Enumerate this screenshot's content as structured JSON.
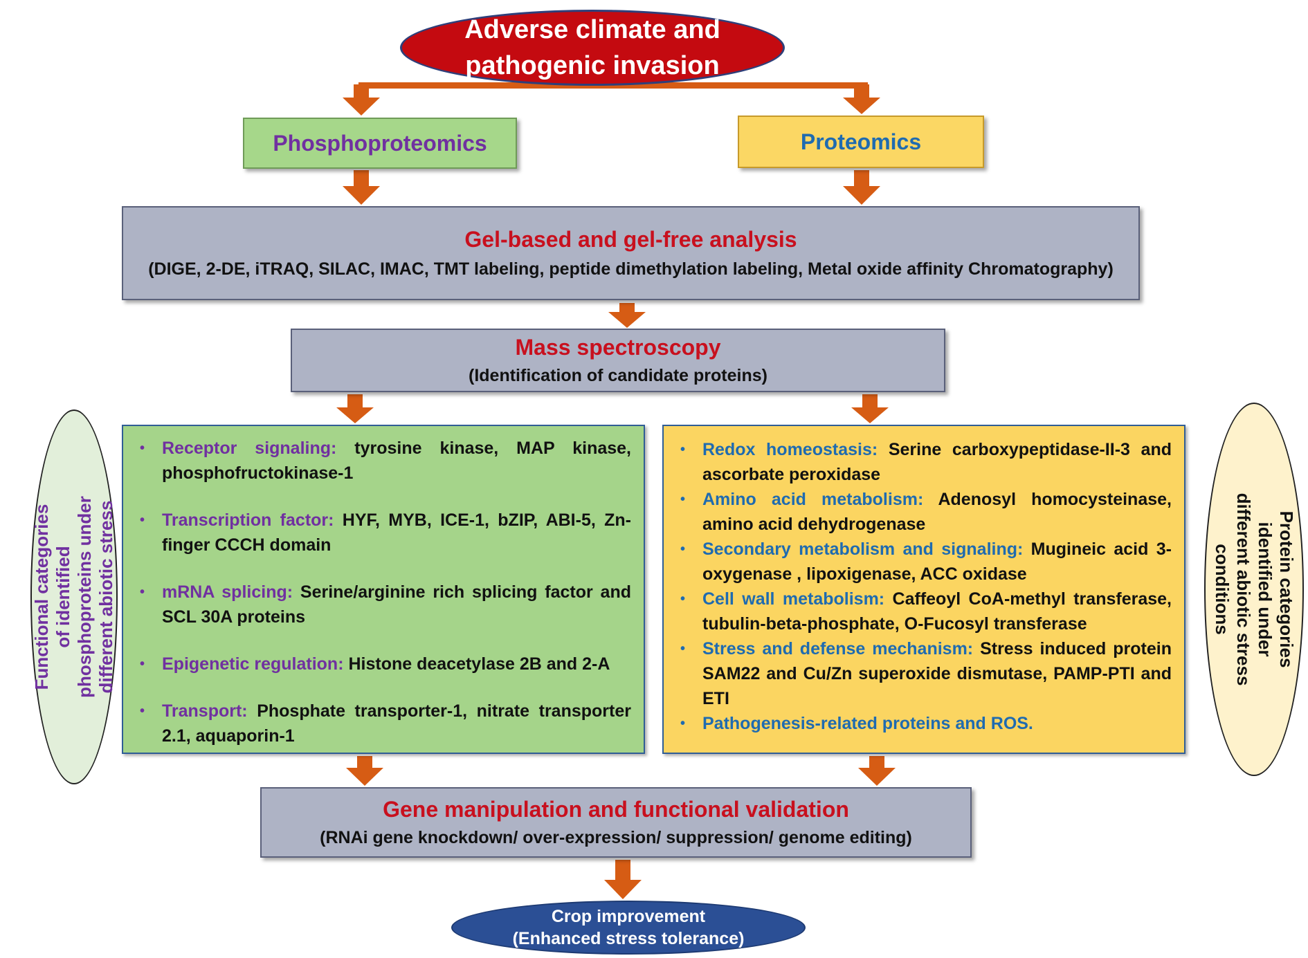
{
  "top_ellipse": {
    "line1": "Adverse climate and",
    "line2": "pathogenic invasion"
  },
  "phosphoproteomics": {
    "label": "Phosphoproteomics"
  },
  "proteomics": {
    "label": "Proteomics"
  },
  "gel_analysis": {
    "title": "Gel-based and gel-free analysis",
    "subtitle": "(DIGE, 2-DE, iTRAQ, SILAC, IMAC, TMT labeling, peptide dimethylation labeling, Metal oxide affinity Chromatography)"
  },
  "mass_spectroscopy": {
    "title": "Mass spectroscopy",
    "subtitle": "(Identification of candidate proteins)"
  },
  "phospho_categories": {
    "items": [
      {
        "key": "Receptor signaling:",
        "text": " tyrosine kinase, MAP kinase, phosphofructokinase-1"
      },
      {
        "key": "Transcription factor:",
        "text": " HYF, MYB, ICE-1, bZIP, ABI-5, Zn-finger CCCH domain"
      },
      {
        "key": "mRNA splicing:",
        "text": " Serine/arginine rich splicing factor and SCL 30A proteins"
      },
      {
        "key": "Epigenetic regulation:",
        "text": " Histone deacetylase 2B and 2-A"
      },
      {
        "key": "Transport:",
        "text": "  Phosphate transporter-1, nitrate transporter 2.1, aquaporin-1"
      }
    ]
  },
  "protein_categories": {
    "items": [
      {
        "key": "Redox homeostasis:",
        "text": " Serine carboxypeptidase-II-3 and ascorbate peroxidase"
      },
      {
        "key": "Amino acid metabolism:",
        "text": " Adenosyl homocysteinase, amino acid dehydrogenase"
      },
      {
        "key": "Secondary metabolism and signaling:",
        "text": " Mugineic acid 3-oxygenase , lipoxigenase, ACC oxidase"
      },
      {
        "key": "Cell wall metabolism:",
        "text": " Caffeoyl CoA-methyl transferase, tubulin-beta-phosphate, O-Fucosyl transferase"
      },
      {
        "key": "Stress and defense mechanism:",
        "text": " Stress induced protein SAM22 and Cu/Zn superoxide dismutase, PAMP-PTI and ETI"
      },
      {
        "key": "Pathogenesis-related proteins and ROS.",
        "text": ""
      }
    ]
  },
  "left_side_label": {
    "lines": [
      "Functional categories",
      "of identified",
      "phosphoproteins under",
      "different abiotic stress"
    ]
  },
  "right_side_label": {
    "lines": [
      "Protein categories",
      "identified under",
      "different abiotic stress",
      "conditions"
    ]
  },
  "gene_manipulation": {
    "title": "Gene manipulation and functional validation",
    "subtitle": "(RNAi gene knockdown/ over-expression/ suppression/ genome editing)"
  },
  "bottom_ellipse": {
    "line1": "Crop improvement",
    "line2": "(Enhanced stress tolerance)"
  },
  "colors": {
    "arrow": "#d65c14",
    "red_ellipse": "#c40a10",
    "blue_ellipse": "#2b4f95",
    "green_box": "#a6d78a",
    "yellow_box": "#fbd764",
    "grey_box": "#aeb3c5",
    "title_red": "#c8101e",
    "purple_key": "#7030a0",
    "blue_key": "#1f6bb0"
  }
}
